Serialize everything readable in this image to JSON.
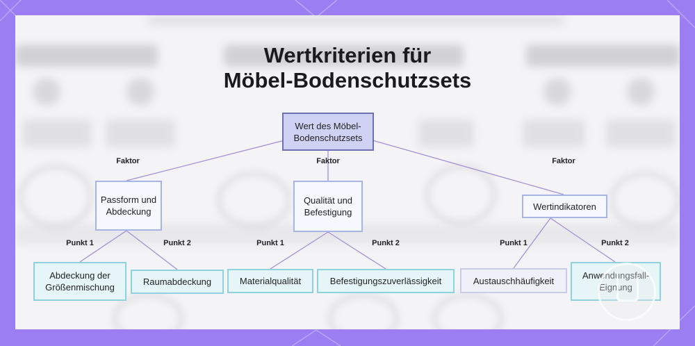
{
  "title_line1": "Wertkriterien für",
  "title_line2": "Möbel-Bodenschutzsets",
  "root": {
    "label": "Wert des Möbel-Bodenschutzsets"
  },
  "factor_label": "Faktor",
  "categories": [
    {
      "label": "Passform und Abdeckung"
    },
    {
      "label": "Qualität und Befestigung"
    },
    {
      "label": "Wertindikatoren"
    }
  ],
  "point1_label": "Punkt 1",
  "point2_label": "Punkt 2",
  "leaves": [
    {
      "label": "Abdeckung der Größenmischung"
    },
    {
      "label": "Raumabdeckung"
    },
    {
      "label": "Materialqualität"
    },
    {
      "label": "Befestigungszuverlässigkeit"
    },
    {
      "label": "Austauschhäufigkeit"
    },
    {
      "label": "Anwendungsfall-Eignung"
    }
  ],
  "colors": {
    "frame": "#9b7ff2",
    "root_fill": "#cfd2f4",
    "root_border": "#6f6fb8",
    "category_border": "#a8b3e6",
    "leaf_fill": "#e6f6f8",
    "leaf_border": "#8fd1dc",
    "edge": "#a58fd6"
  }
}
